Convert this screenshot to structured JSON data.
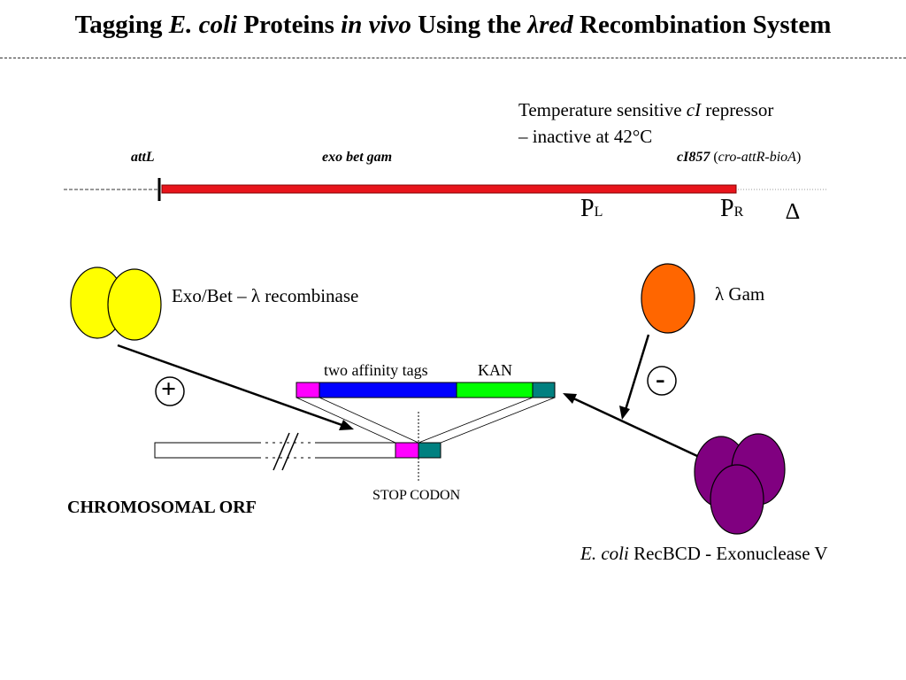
{
  "title": {
    "part1": "Tagging ",
    "part2": "E. coli",
    "part3": " Proteins ",
    "part4": "in vivo",
    "part5": " Using the ",
    "part6": "λred",
    "part7": " Recombination System"
  },
  "lambda_region": {
    "attl_label": "attL",
    "genes_label": "exo bet gam",
    "ci857_label": "cI857",
    "ci857_paren_open": " (",
    "ci857_paren_genes": "cro-attR-bioA",
    "ci857_paren_close": ")",
    "repressor_line1_a": "Temperature sensitive ",
    "repressor_line1_b": "cI",
    "repressor_line1_c": " repressor",
    "repressor_line2": "– inactive at 42°C",
    "pl_main": "P",
    "pl_sub": "L",
    "pr_main": "P",
    "pr_sub": "R",
    "delta": "∆"
  },
  "recombinase": {
    "label": "Exo/Bet – λ recombinase",
    "sign": "+"
  },
  "gam": {
    "label": "λ Gam",
    "sign": "-"
  },
  "cassette": {
    "tags_label": "two affinity tags",
    "kan_label": "KAN"
  },
  "chromosome": {
    "orf_label": "CHROMOSOMAL ORF",
    "stop_label": "STOP CODON"
  },
  "recbcd": {
    "label_italic": "E. coli",
    "label_rest": " RecBCD - Exonuclease V"
  },
  "colors": {
    "lambda_line": "#e8141b",
    "yellow": "#ffff00",
    "orange": "#ff6600",
    "purple": "#800080",
    "magenta": "#ff00ff",
    "blue": "#0000ff",
    "green": "#00ff00",
    "teal": "#008080"
  }
}
